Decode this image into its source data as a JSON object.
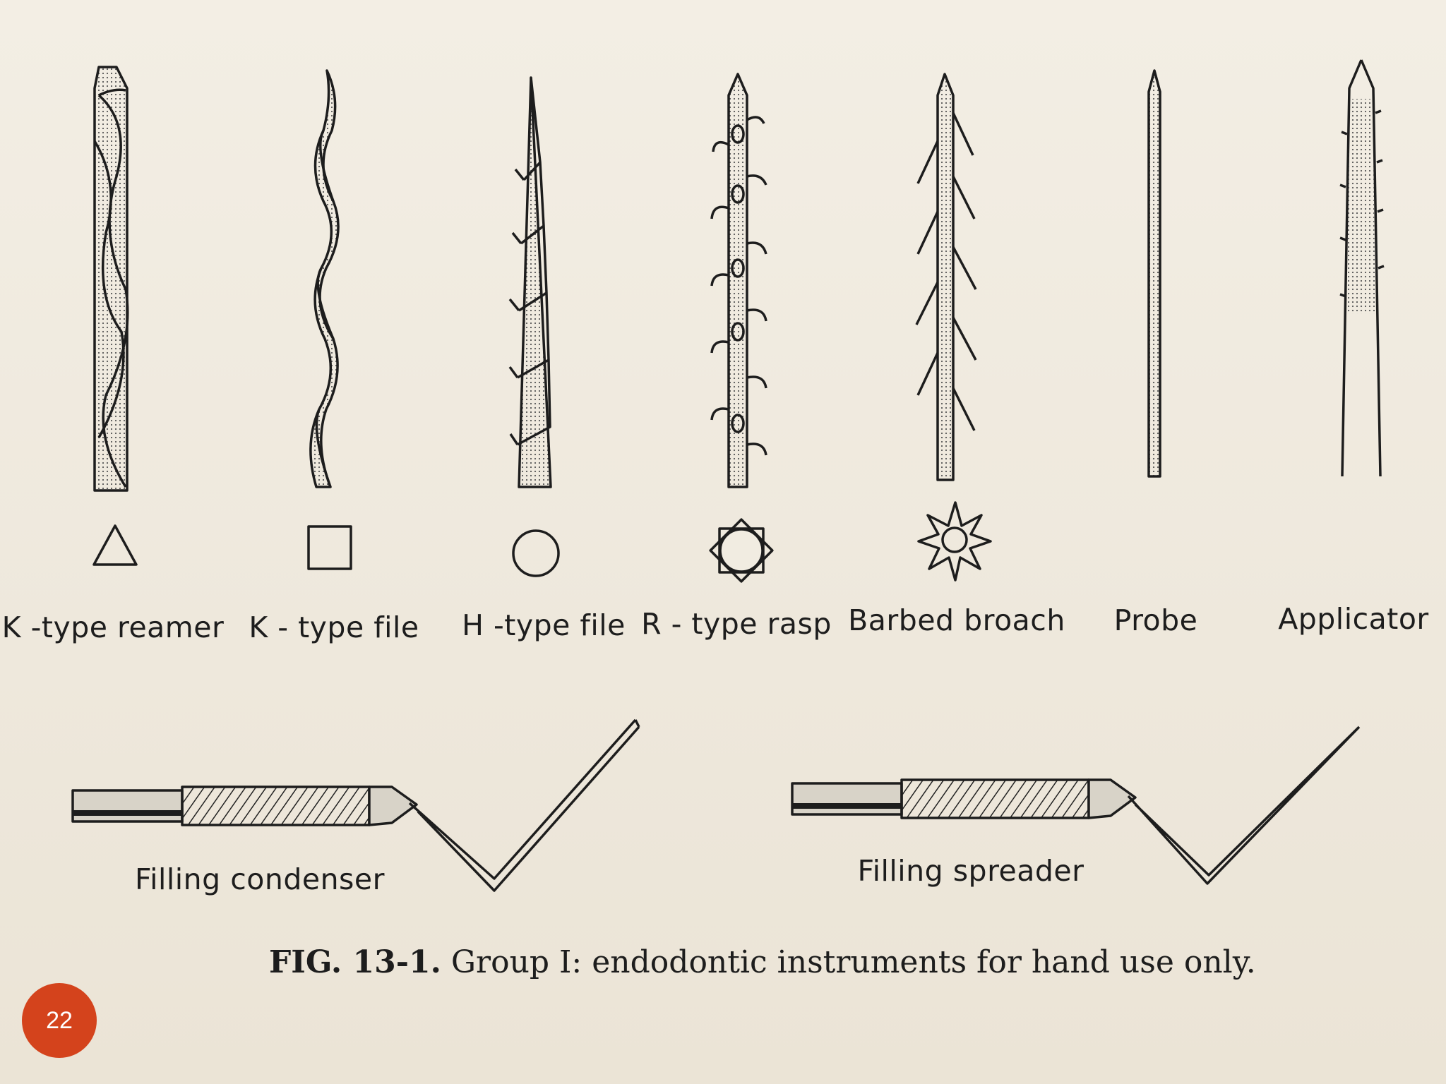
{
  "instruments": [
    {
      "id": "k-type-reamer",
      "label": "K -type reamer"
    },
    {
      "id": "k-type-file",
      "label": "K - type file"
    },
    {
      "id": "h-type-file",
      "label": "H -type file"
    },
    {
      "id": "r-type-rasp",
      "label": "R - type rasp"
    },
    {
      "id": "barbed-broach",
      "label": "Barbed broach"
    },
    {
      "id": "probe",
      "label": "Probe"
    },
    {
      "id": "applicator",
      "label": "Applicator"
    }
  ],
  "handles": [
    {
      "id": "filling-condenser",
      "label": "Filling condenser"
    },
    {
      "id": "filling-spreader",
      "label": "Filling spreader"
    }
  ],
  "caption": {
    "fig": "FIG. 13-1.",
    "text": "Group I: endodontic instruments for hand use only."
  },
  "page_number": "22",
  "colors": {
    "ink": "#1d1d1d",
    "badge": "#d4431c",
    "paper": "#f1ece1"
  }
}
